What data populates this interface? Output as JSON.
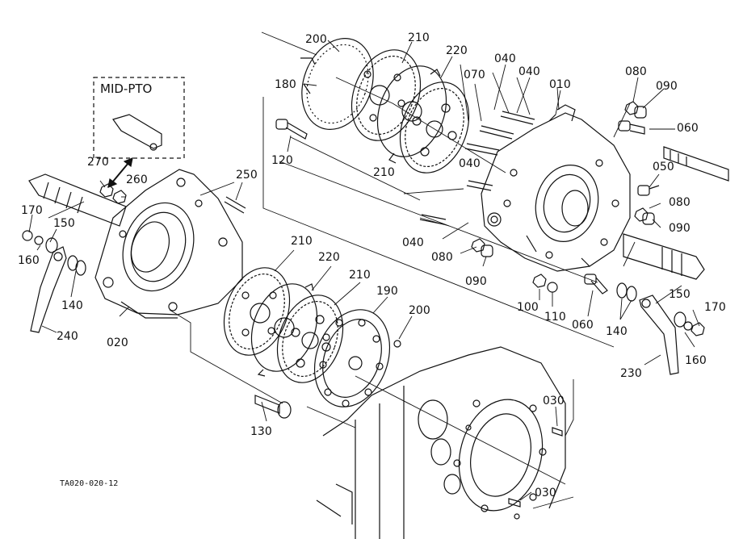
{
  "mid_pto_label": "MID-PTO",
  "drawing_code": "TA020-020-12",
  "part_numbers": {
    "p200a": "200",
    "p210a": "210",
    "p220a": "220",
    "p070": "070",
    "p040a": "040",
    "p040b": "040",
    "p010": "010",
    "p080a": "080",
    "p090a": "090",
    "p180": "180",
    "p060a": "060",
    "p120": "120",
    "p210b": "210",
    "p040c": "040",
    "p050": "050",
    "p080b": "080",
    "p090b": "090",
    "p040d": "040",
    "p080c": "080",
    "p090c": "090",
    "p270": "270",
    "p260": "260",
    "p250": "250",
    "p170a": "170",
    "p150a": "150",
    "p160a": "160",
    "p140a": "140",
    "p240": "240",
    "p020": "020",
    "p210c": "210",
    "p220b": "220",
    "p210d": "210",
    "p190": "190",
    "p200b": "200",
    "p150b": "150",
    "p100": "100",
    "p110": "110",
    "p060b": "060",
    "p140b": "140",
    "p170b": "170",
    "p160b": "160",
    "p230": "230",
    "p130": "130",
    "p030a": "030",
    "p030b": "030"
  }
}
